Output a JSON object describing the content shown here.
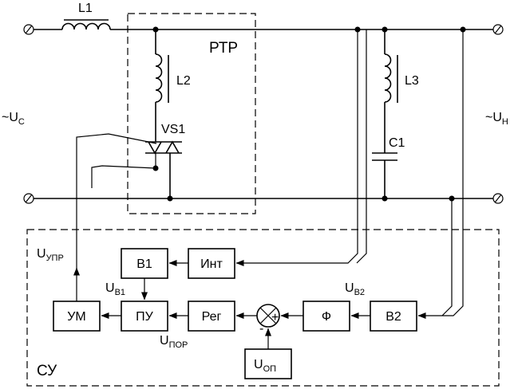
{
  "labels": {
    "inductor_main": "L1",
    "inductor_reactor": "L2",
    "inductor_filter": "L3",
    "capacitor_filter": "C1",
    "thyristor": "VS1",
    "reactor_group": "РТР",
    "control_system": "СУ"
  },
  "voltages": {
    "source": {
      "prefix": "~U",
      "sub": "C"
    },
    "load": {
      "prefix": "~U",
      "sub": "H"
    },
    "control_out": {
      "main": "U",
      "sub": "УПР"
    },
    "b1_out": {
      "main": "U",
      "sub": "B1"
    },
    "b2_out": {
      "main": "U",
      "sub": "B2"
    },
    "threshold": {
      "main": "U",
      "sub": "ПОР"
    }
  },
  "blocks": {
    "b1": "B1",
    "integrator": "Инт",
    "amplifier": "УМ",
    "trigger": "ПУ",
    "regulator": "Рег",
    "filter": "Ф",
    "b2": "B2",
    "reference": {
      "main": "U",
      "sub": "ОП"
    }
  },
  "summator": {
    "plus": "+",
    "minus": "-"
  }
}
